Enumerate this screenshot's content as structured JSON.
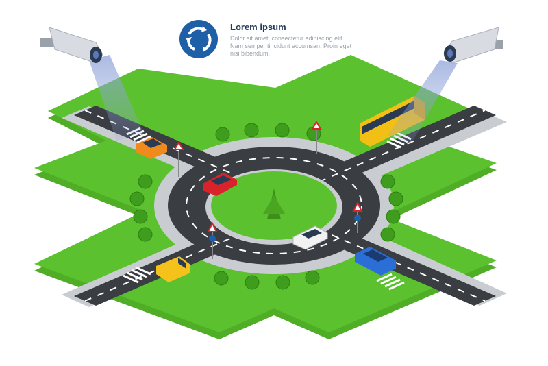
{
  "info": {
    "title": "Lorem ipsum",
    "body": "Dolor sit amet, consectetur adipiscing elit.\nNam semper tincidunt accumsan. Proin eget\nnisi bibendum."
  },
  "colors": {
    "grass": "#5cc12e",
    "grass_edge": "#3e9a1c",
    "road": "#3a3d42",
    "sidewalk": "#c9ccd0",
    "lane_marking": "#ffffff",
    "sign_blue": "#1f5fa8",
    "camera_body": "#d8dce2",
    "camera_beam": "#8fa3d8",
    "car_orange": "#f08a1c",
    "car_red": "#d8232a",
    "car_white": "#f2f2f2",
    "car_yellow": "#f5c21b",
    "car_blue": "#2b6fd6",
    "bus_yellow": "#f2c014"
  },
  "objects": [
    "cctv-camera-left",
    "cctv-camera-right",
    "roundabout-sign",
    "roundabout",
    "yellow-bus",
    "orange-car",
    "red-car",
    "white-car",
    "yellow-van",
    "blue-car",
    "bushes",
    "pedestrian-crossings",
    "yield-signs"
  ]
}
